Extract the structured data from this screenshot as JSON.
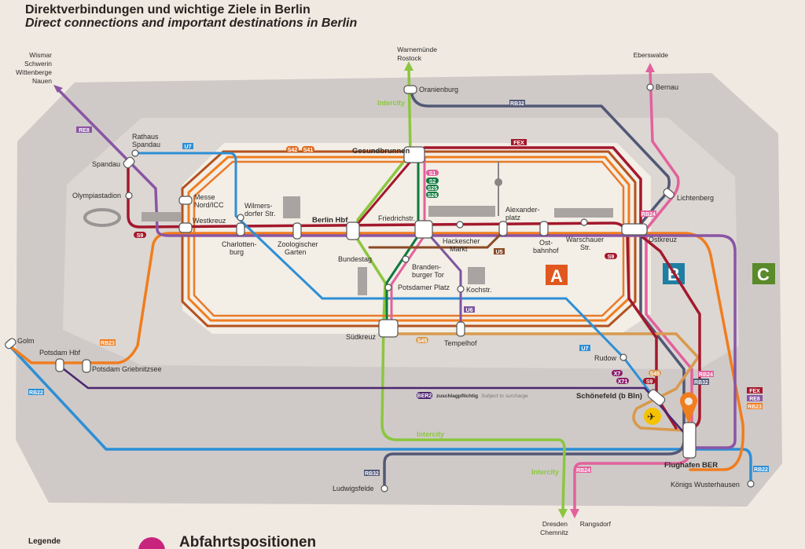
{
  "header": {
    "title": "Direktverbindungen und wichtige Ziele in Berlin",
    "subtitle": "Direct connections and important destinations in Berlin"
  },
  "destinations": {
    "northwest": [
      "Wismar",
      "Schwerin",
      "Wittenberge",
      "Nauen"
    ],
    "north": [
      "Warnemünde",
      "Rostock"
    ],
    "northeast": "Eberswalde",
    "south_ic": [
      "Dresden",
      "Chemnitz"
    ],
    "south_rb": "Rangsdorf"
  },
  "stations": {
    "oranienburg": "Oranienburg",
    "bernau": "Bernau",
    "rathaus_spandau": [
      "Rathaus",
      "Spandau"
    ],
    "spandau": "Spandau",
    "olympiastadion": "Olympiastadion",
    "messe": [
      "Messe",
      "Nord/ICC"
    ],
    "westkreuz": "Westkreuz",
    "wilmersdorfer": [
      "Wilmers-",
      "dorfer Str."
    ],
    "charlottenburg": [
      "Charlotten-",
      "burg"
    ],
    "zoo": [
      "Zoologischer",
      "Garten"
    ],
    "hbf": "Berlin Hbf",
    "friedrichstr": "Friedrichstr.",
    "hackescher": [
      "Hackescher",
      "Markt"
    ],
    "alex": [
      "Alexander-",
      "platz"
    ],
    "ostbahnhof": [
      "Ost-",
      "bahnhof"
    ],
    "warschauer": [
      "Warschauer",
      "Str."
    ],
    "ostkreuz": "Ostkreuz",
    "lichtenberg": "Lichtenberg",
    "gesundbrunnen": "Gesundbrunnen",
    "bundestag": "Bundestag",
    "brandenburger": [
      "Branden-",
      "burger Tor"
    ],
    "potsdamer": "Potsdamer Platz",
    "kochstr": "Kochstr.",
    "suedkreuz": "Südkreuz",
    "tempelhof": "Tempelhof",
    "rudow": "Rudow",
    "schoenefeld": "Schönefeld (b Bln)",
    "ber": "Flughafen BER",
    "koenigs": "Königs Wusterhausen",
    "ludwigsfelde": "Ludwigsfelde",
    "golm": "Golm",
    "potsdam_hbf": "Potsdam Hbf",
    "griebnitzsee": "Potsdam Griebnitzsee"
  },
  "lines": {
    "re8": "RE8",
    "u7": "U7",
    "s42": "S42",
    "s41": "S41",
    "fex": "FEX",
    "rb32": "RB32",
    "s1": "S1",
    "s2": "S2",
    "s25": "S25",
    "s26": "S26",
    "u5": "U5",
    "s9": "S9",
    "rb24": "RB24",
    "u6": "U6",
    "s45": "S45",
    "x7": "X7",
    "x71": "X71",
    "rb23": "RB23",
    "rb22": "RB22",
    "ber2": "BER2",
    "intercity": "Intercity"
  },
  "surcharge": {
    "de": "zuschlagpflichtig",
    "en": "Subject to surcharge"
  },
  "zones": {
    "a": "A",
    "b": "B",
    "c": "C"
  },
  "colors": {
    "s9": "#a3182c",
    "ring_orange": "#f07d1e",
    "ring_brown": "#b4521f",
    "re8": "#8a55a4",
    "u7": "#2d8fd6",
    "intercity": "#8cc63f",
    "s1": "#e2619c",
    "s2": "#0f7a3e",
    "u6": "#7d55a0",
    "u5": "#8a4b25",
    "rb32": "#525876",
    "rb24": "#e2619c",
    "rb22": "#2d8fd6",
    "rb23": "#f07d1e",
    "ber2": "#4b2570",
    "s45": "#d89a4e",
    "fex": "#a3182c",
    "zone_a": "#e1581f",
    "zone_b": "#1f7fa3",
    "zone_c": "#5a8a2a"
  },
  "legend": {
    "label": "Legende",
    "departure": "Abfahrtspositionen"
  }
}
